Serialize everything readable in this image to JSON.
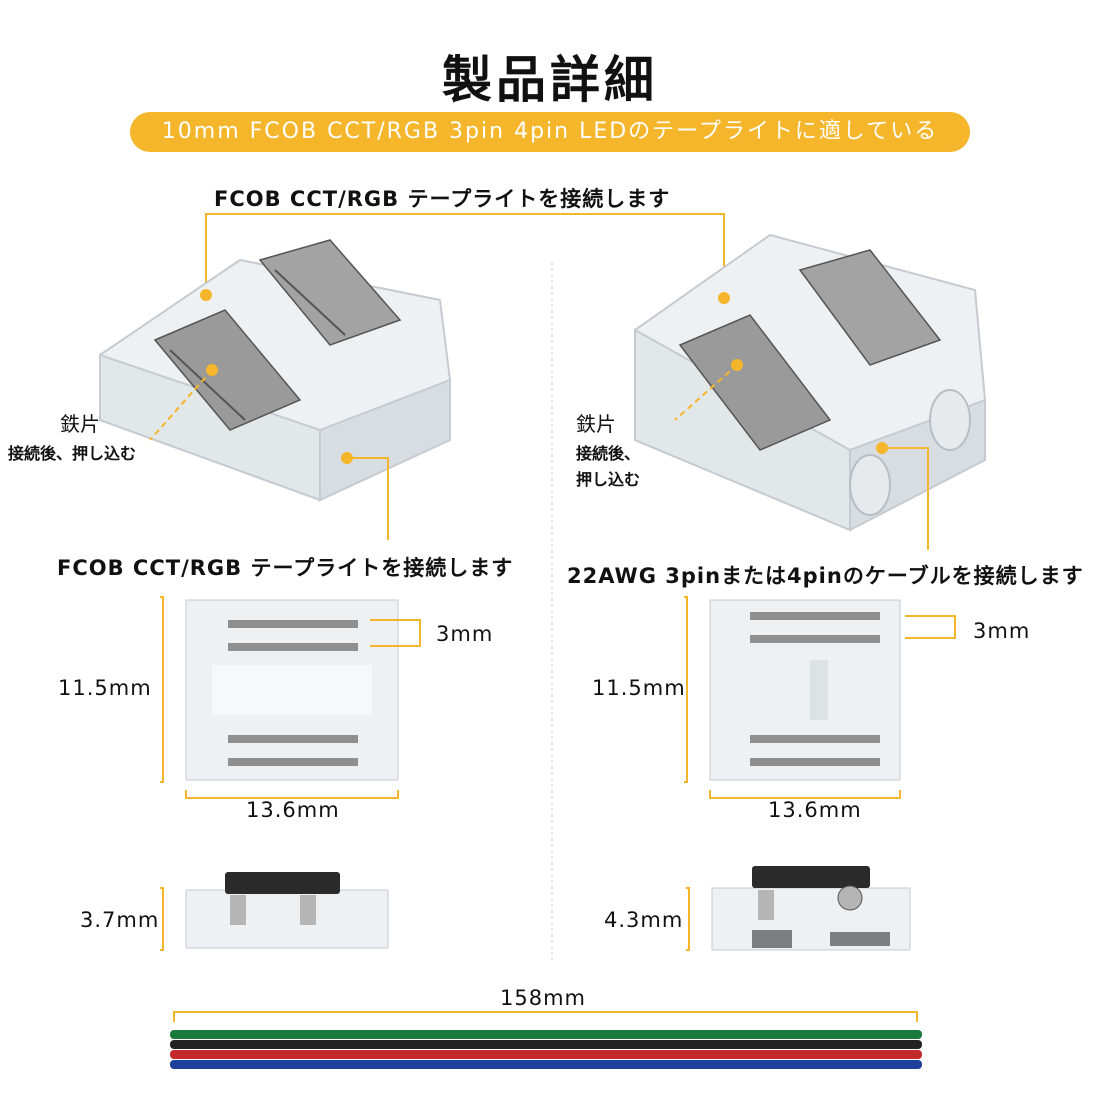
{
  "header": {
    "title": "製品詳細",
    "banner": "10mm FCOB CCT/RGB 3pin 4pin LEDのテープライトに適している"
  },
  "top_caption": "FCOB CCT/RGB テープライトを接続します",
  "left": {
    "callout_label": "鉄片",
    "callout_note": "接続後、押し込む",
    "caption": "FCOB CCT/RGB テープライトを接続します",
    "pitch": "3mm",
    "height": "11.5mm",
    "width": "13.6mm",
    "thickness": "3.7mm"
  },
  "right": {
    "callout_label": "鉄片",
    "callout_note_1": "接続後、",
    "callout_note_2": "押し込む",
    "caption": "22AWG 3pinまたは4pinのケーブルを接続します",
    "pitch": "3mm",
    "height": "11.5mm",
    "width": "13.6mm",
    "thickness": "4.3mm"
  },
  "cable": {
    "length": "158mm",
    "wire_colors": [
      "#1a7a3c",
      "#222222",
      "#c42a2a",
      "#1f3f9c"
    ]
  },
  "colors": {
    "accent": "#f5b62b",
    "clear_plastic": "#e8ecef",
    "metal": "#8f8f8f"
  }
}
